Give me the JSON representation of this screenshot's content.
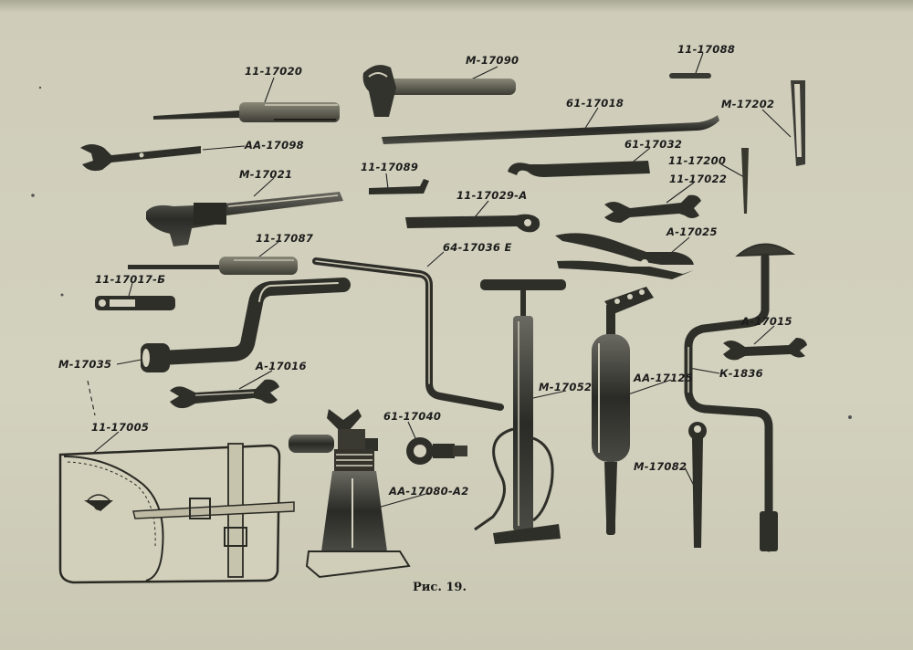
{
  "figure": {
    "caption": "Рис. 19.",
    "labels": {
      "p_11_17020": "11-17020",
      "p_m_17090": "М-17090",
      "p_11_17088": "11-17088",
      "p_61_17018": "61-17018",
      "p_m_17202": "М-17202",
      "p_aa_17098": "АА-17098",
      "p_61_17032": "61-17032",
      "p_11_17200": "11-17200",
      "p_11_17089": "11-17089",
      "p_m_17021": "М-17021",
      "p_11_17022": "11-17022",
      "p_11_17029_a": "11-17029-А",
      "p_a_17025": "А-17025",
      "p_11_17087": "11-17087",
      "p_64_17036_e": "64-17036 Е",
      "p_11_17017_b": "11-17017-Б",
      "p_m_17035": "М-17035",
      "p_a_17016": "А-17016",
      "p_a_17015": "А-17015",
      "p_aa_17125": "АА-17125",
      "p_k_1836": "К-1836",
      "p_m_17052": "М-17052",
      "p_11_17005": "11-17005",
      "p_61_17040": "61-17040",
      "p_aa_17080_a2": "АА-17080-А2",
      "p_m_17082": "М-17082"
    }
  }
}
